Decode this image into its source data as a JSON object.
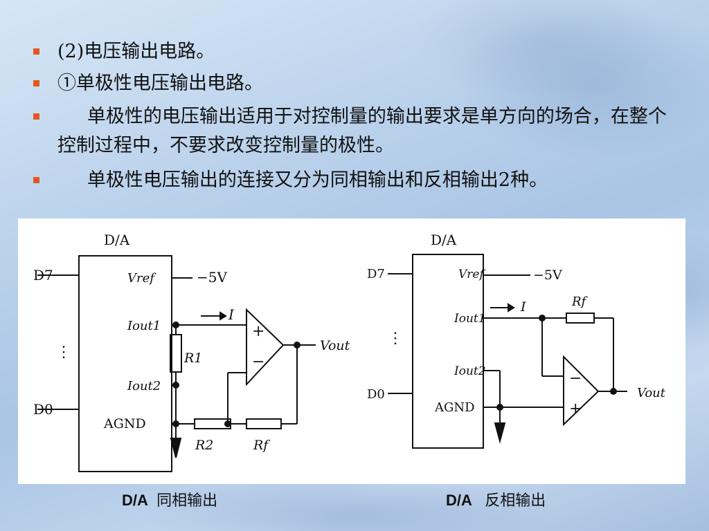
{
  "slide": {
    "bullets": [
      "(2)电压输出电路。",
      "①单极性电压输出电路。",
      "     单极性的电压输出适用于对控制量的输出要求是单方向的场合，在整个控制过程中，不要求改变控制量的极性。",
      "     单极性电压输出的连接又分为同相输出和反相输出2种。"
    ],
    "bullet_color": "#e2581c"
  },
  "left_circuit": {
    "chip": "D/A",
    "d7": "D7",
    "dots": "⋮",
    "d0": "D0",
    "vref": "Vref",
    "ref_voltage": "−5V",
    "iout1": "Iout1",
    "iout2": "Iout2",
    "agnd": "AGND",
    "current": "I",
    "r1": "R1",
    "r2": "R2",
    "rf": "Rf",
    "plus": "+",
    "minus": "−",
    "vout": "Vout"
  },
  "right_circuit": {
    "chip": "D/A",
    "d7": "D7",
    "dots": "⋮",
    "d0": "D0",
    "vref": "Vref",
    "ref_voltage": "−5V",
    "iout1": "Iout1",
    "iout2": "Iout2",
    "agnd": "AGND",
    "current": "I",
    "rf": "Rf",
    "minus": "−",
    "plus": "+",
    "vout": "Vout"
  },
  "captions": {
    "left_prefix": "D/A",
    "left_text": "同相输出",
    "right_prefix": "D/A",
    "right_text": "反相输出"
  }
}
